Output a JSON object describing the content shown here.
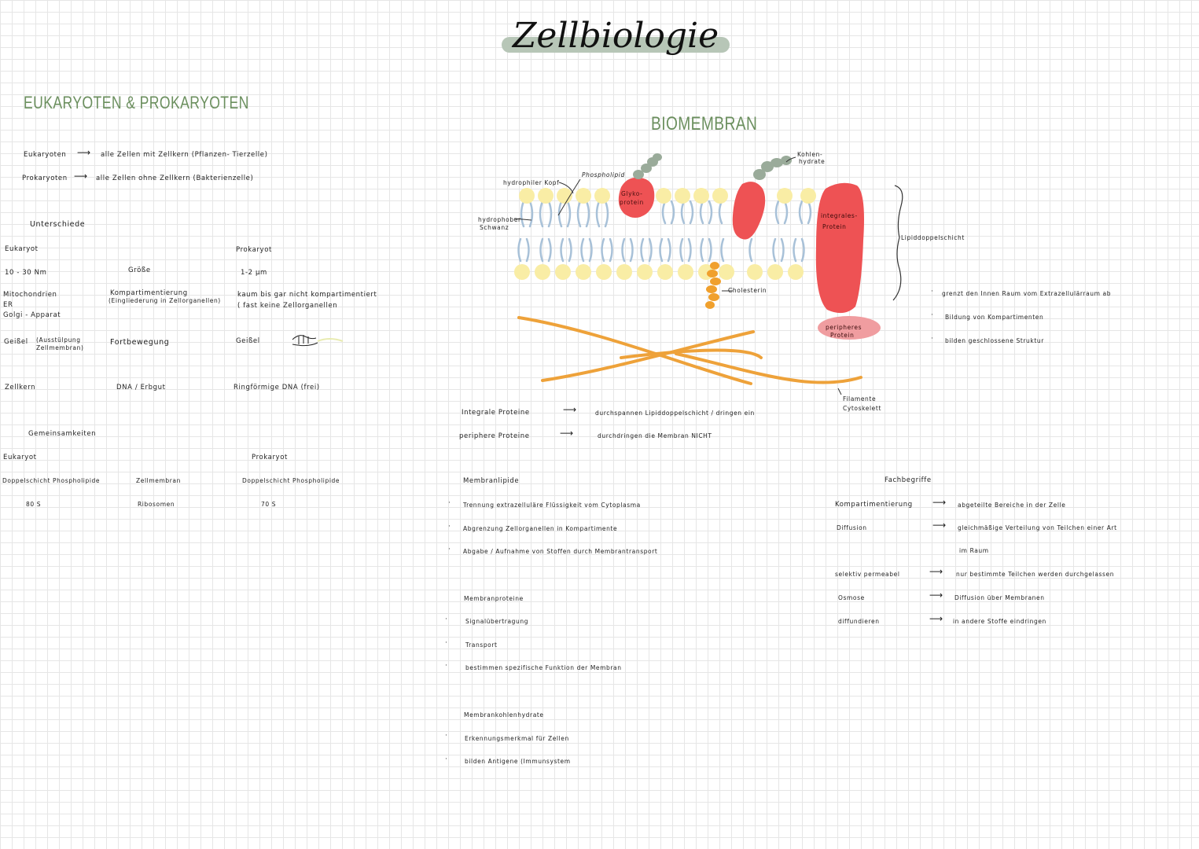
{
  "title": "Zellbiologie",
  "left": {
    "heading": "EUKARYOTEN  & PROKARYOTEN",
    "def_euk_label": "Eukaryoten",
    "def_euk_text": "alle Zellen mit Zellkern (Pflanzen- Tierzelle)",
    "def_pro_label": "Prokaryoten",
    "def_pro_text": "alle Zellen ohne Zellkern (Bakterienzelle)",
    "unterschiede": "Unterschiede",
    "col_euk": "Eukaryot",
    "col_mid": "Größe",
    "col_pro": "Prokaryot",
    "r1_euk": "10 - 30 Nm",
    "r1_pro": "1-2 μm",
    "r2_euk_1": "Mitochondrien",
    "r2_euk_2": "ER",
    "r2_euk_3": "Golgi - Apparat",
    "r2_mid_1": "Kompartimentierung",
    "r2_mid_2": "(Eingliederung in Zellorganellen)",
    "r2_pro_1": "kaum bis gar nicht kompartimentiert",
    "r2_pro_2": "( fast keine Zellorganellen",
    "r3_euk_1": "Geißel",
    "r3_euk_2": "(Ausstülpung",
    "r3_euk_3": "Zellmembran)",
    "r3_mid": "Fortbewegung",
    "r3_pro": "Geißel",
    "r4_euk": "Zellkern",
    "r4_mid": "DNA / Erbgut",
    "r4_pro": "Ringförmige DNA (frei)",
    "gemeinsam": "Gemeinsamkeiten",
    "g_euk": "Eukaryot",
    "g_pro": "Prokaryot",
    "g1_euk": "Doppelschicht Phospholipide",
    "g1_mid": "Zellmembran",
    "g1_pro": "Doppelschicht Phospholipide",
    "g2_euk": "80 S",
    "g2_mid": "Ribosomen",
    "g2_pro": "70 S"
  },
  "membrane": {
    "heading": "BIOMEMBRAN",
    "hydrophil": "hydrophiler Kopf",
    "phospholipid": "Phospholipid",
    "hydrophob_1": "hydrophober",
    "hydrophob_2": "Schwanz",
    "glyko_1": "Glyko-",
    "glyko_2": "protein",
    "kohlen_1": "Kohlen-",
    "kohlen_2": "hydrate",
    "integral_1": "integrales-",
    "integral_2": "Protein",
    "cholesterin": "Cholesterin",
    "peripher_1": "peripheres",
    "peripher_2": "Protein",
    "filamente_1": "Filamente",
    "filamente_2": "Cytoskelett",
    "lipid": "Lipiddoppelschicht",
    "colors": {
      "head": "#f9eda5",
      "protein": "#ee5254",
      "periph": "#f09da0",
      "tail": "#a8c1d8",
      "carb": "#9aab9a",
      "chol": "#f0a02d",
      "fil": "#eea23a"
    }
  },
  "right_bullets": [
    "grenzt den Innen Raum vom Extrazellulärraum ab",
    "Bildung von Kompartimenten",
    "bilden geschlossene Struktur"
  ],
  "proteins": {
    "integ_label": "Integrale Proteine",
    "integ_text": "durchspannen Lipiddoppelschicht / dringen ein",
    "peri_label": "periphere Proteine",
    "peri_text": "durchdringen die Membran NICHT"
  },
  "lipide": {
    "heading": "Membranlipide",
    "items": [
      "Trennung extrazelluläre Flüssigkeit vom Cytoplasma",
      "Abgrenzung Zellorganellen in Kompartimente",
      "Abgabe / Aufnahme von Stoffen durch Membrantransport"
    ]
  },
  "mproteine": {
    "heading": "Membranproteine",
    "items": [
      "Signalübertragung",
      "Transport",
      "bestimmen spezifische Funktion der Membran"
    ]
  },
  "kohlenhydrate": {
    "heading": "Membrankohlenhydrate",
    "items": [
      "Erkennungsmerkmal für Zellen",
      "bilden Antigene (Immunsystem"
    ]
  },
  "fach": {
    "heading": "Fachbegriffe",
    "t1": "Kompartimentierung",
    "d1": "abgeteilte Bereiche in der Zelle",
    "t2": "Diffusion",
    "d2a": "gleichmäßige Verteilung von Teilchen einer Art",
    "d2b": "im Raum",
    "t3": "selektiv permeabel",
    "d3": "nur bestimmte Teilchen werden durchgelassen",
    "t4": "Osmose",
    "d4": "Diffusion über Membranen",
    "t5": "diffundieren",
    "d5": "in andere Stoffe eindringen"
  }
}
